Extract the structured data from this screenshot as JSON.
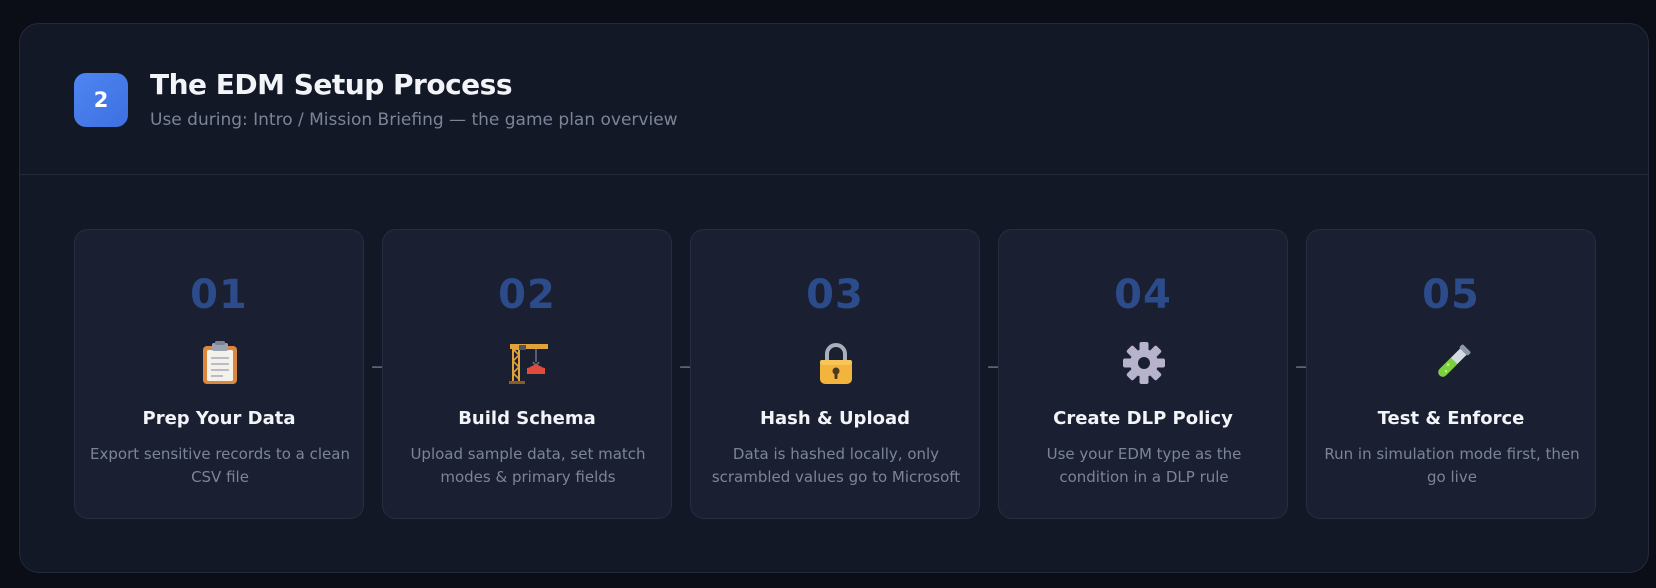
{
  "header": {
    "badge": "2",
    "title": "The EDM Setup Process",
    "subtitle": "Use during: Intro / Mission Briefing — the game plan overview"
  },
  "steps": [
    {
      "number": "01",
      "icon": "clipboard-icon",
      "title": "Prep Your Data",
      "description": "Export sensitive records to a clean CSV file"
    },
    {
      "number": "02",
      "icon": "crane-icon",
      "title": "Build Schema",
      "description": "Upload sample data, set match modes & primary fields"
    },
    {
      "number": "03",
      "icon": "lock-icon",
      "title": "Hash & Upload",
      "description": "Data is hashed locally, only scrambled values go to Microsoft"
    },
    {
      "number": "04",
      "icon": "gear-icon",
      "title": "Create DLP Policy",
      "description": "Use your EDM type as the condition in a DLP rule"
    },
    {
      "number": "05",
      "icon": "test-tube-icon",
      "title": "Test & Enforce",
      "description": "Run in simulation mode first, then go live"
    }
  ],
  "arrow": "→",
  "colors": {
    "background": "#0b0e17",
    "panel": "#131826",
    "card": "#1a2031",
    "accent": "#4e86f2",
    "step_number": "#2c4b8b",
    "muted_text": "#7b8499"
  }
}
